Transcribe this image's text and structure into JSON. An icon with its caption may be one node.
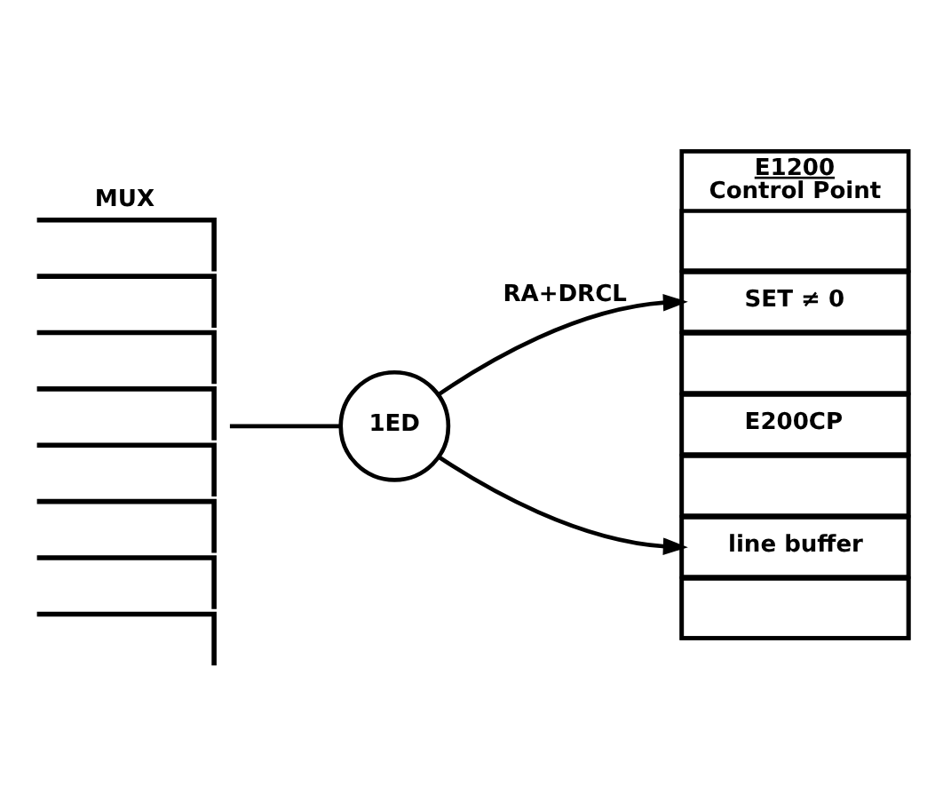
{
  "diagram": {
    "nodes": [
      {
        "text": [
          "MUX"
        ]
      },
      {
        "text": [
          "E1200",
          "Control Point"
        ]
      },
      {
        "text": [],
        "shape": "box",
        "in": 1
      },
      {
        "text": [
          "SET ≠ 0"
        ],
        "in": 1
      },
      {
        "text": [],
        "shape": "box",
        "in": 1
      },
      {
        "text": [
          "E200CP"
        ],
        "in": 1
      },
      {
        "text": [],
        "shape": "box",
        "in": 1
      },
      {
        "text": [
          "line buffer"
        ],
        "in": 1
      },
      {
        "text": [],
        "shape": "box",
        "in": 1
      },
      {
        "text": [
          "1ED"
        ]
      }
    ],
    "edges": [
      {
        "from": 0,
        "to": 9,
        "arrow": "none"
      },
      {
        "from": 9,
        "to": 3,
        "arrow": "to",
        "label": "RA+DRCL"
      },
      {
        "from": 9,
        "to": 7,
        "arrow": "to"
      }
    ]
  }
}
